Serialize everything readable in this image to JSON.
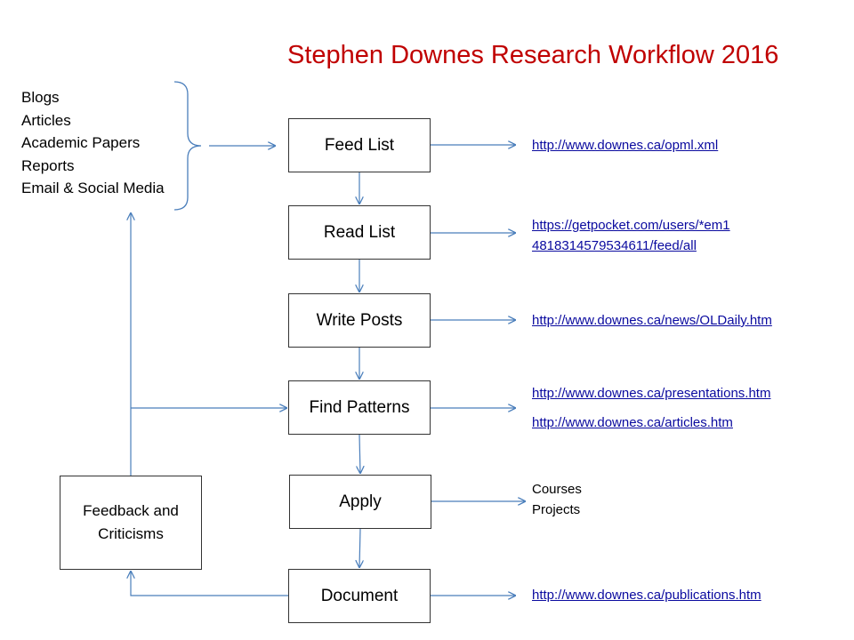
{
  "title": "Stephen Downes Research Workflow 2016",
  "sources": [
    "Blogs",
    "Articles",
    "Academic Papers",
    "Reports",
    "Email & Social Media"
  ],
  "steps": {
    "feed_list": "Feed List",
    "read_list": "Read List",
    "write_posts": "Write Posts",
    "find_patterns": "Find Patterns",
    "apply": "Apply",
    "document": "Document"
  },
  "feedback": {
    "line1": "Feedback and",
    "line2": "Criticisms"
  },
  "outputs": {
    "feed_list_url": "http://www.downes.ca/opml.xml",
    "read_list_url_line1": "https://getpocket.com/users/*em1",
    "read_list_url_line2": "4818314579534611/feed/all",
    "write_posts_url": "http://www.downes.ca/news/OLDaily.htm",
    "find_patterns_url1": "http://www.downes.ca/presentations.htm",
    "find_patterns_url2": "http://www.downes.ca/articles.htm",
    "apply_item1": "Courses",
    "apply_item2": "Projects",
    "document_url": "http://www.downes.ca/publications.htm"
  },
  "colors": {
    "title": "#c00000",
    "arrow": "#4a7ebb",
    "link": "#0a0a9f"
  }
}
